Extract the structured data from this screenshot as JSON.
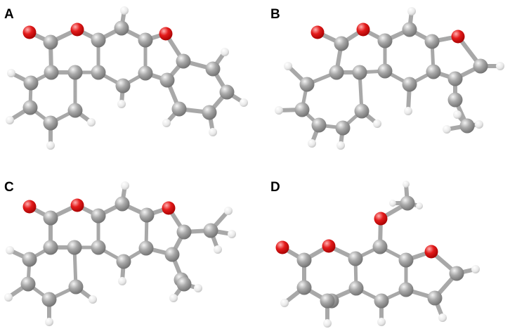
{
  "panels": [
    {
      "label": "A"
    },
    {
      "label": "B"
    },
    {
      "label": "C"
    },
    {
      "label": "D"
    }
  ],
  "colors": {
    "carbon": "#9a9a9a",
    "oxygen": "#e01818",
    "hydrogen": "#f2f2f2",
    "bond": "#a8a8a8"
  }
}
